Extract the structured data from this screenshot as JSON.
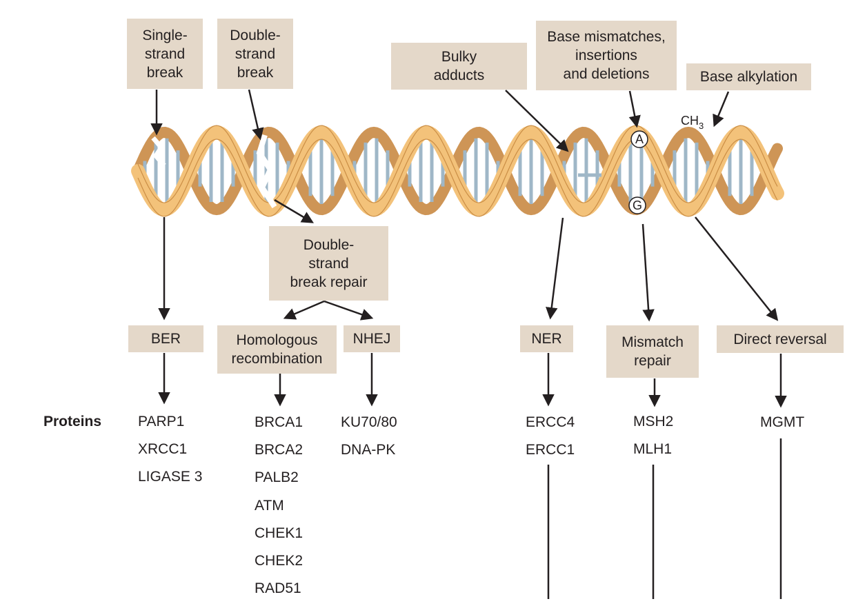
{
  "damage": {
    "single_strand_break": "Single-\nstrand\nbreak",
    "double_strand_break": "Double-\nstrand\nbreak",
    "bulky_adducts": "Bulky\nadducts",
    "base_mismatches": "Base mismatches,\ninsertions\nand deletions",
    "base_alkylation": "Base alkylation"
  },
  "dna_labels": {
    "methyl": "CH",
    "methyl_sub": "3",
    "base_a": "A",
    "base_g": "G"
  },
  "dsb_repair": "Double-\nstrand\nbreak repair",
  "pathways": {
    "ber": "BER",
    "homologous_recombination": "Homologous\nrecombination",
    "nhej": "NHEJ",
    "ner": "NER",
    "mismatch_repair": "Mismatch\nrepair",
    "direct_reversal": "Direct reversal"
  },
  "proteins_label": "Proteins",
  "proteins": {
    "ber": [
      "PARP1",
      "XRCC1",
      "LIGASE 3"
    ],
    "homologous_recombination": [
      "BRCA1",
      "BRCA2",
      "PALB2",
      "ATM",
      "CHEK1",
      "CHEK2",
      "RAD51"
    ],
    "nhej": [
      "KU70/80",
      "DNA-PK"
    ],
    "ner": [
      "ERCC4",
      "ERCC1"
    ],
    "mismatch_repair": [
      "MSH2",
      "MLH1"
    ],
    "direct_reversal": [
      "MGMT"
    ]
  },
  "colors": {
    "box_fill": "#e4d8c9",
    "helix_light": "#f3c27a",
    "helix_dark": "#c98a44",
    "base_pair": "#9fb7c7",
    "arrow": "#231f20"
  }
}
